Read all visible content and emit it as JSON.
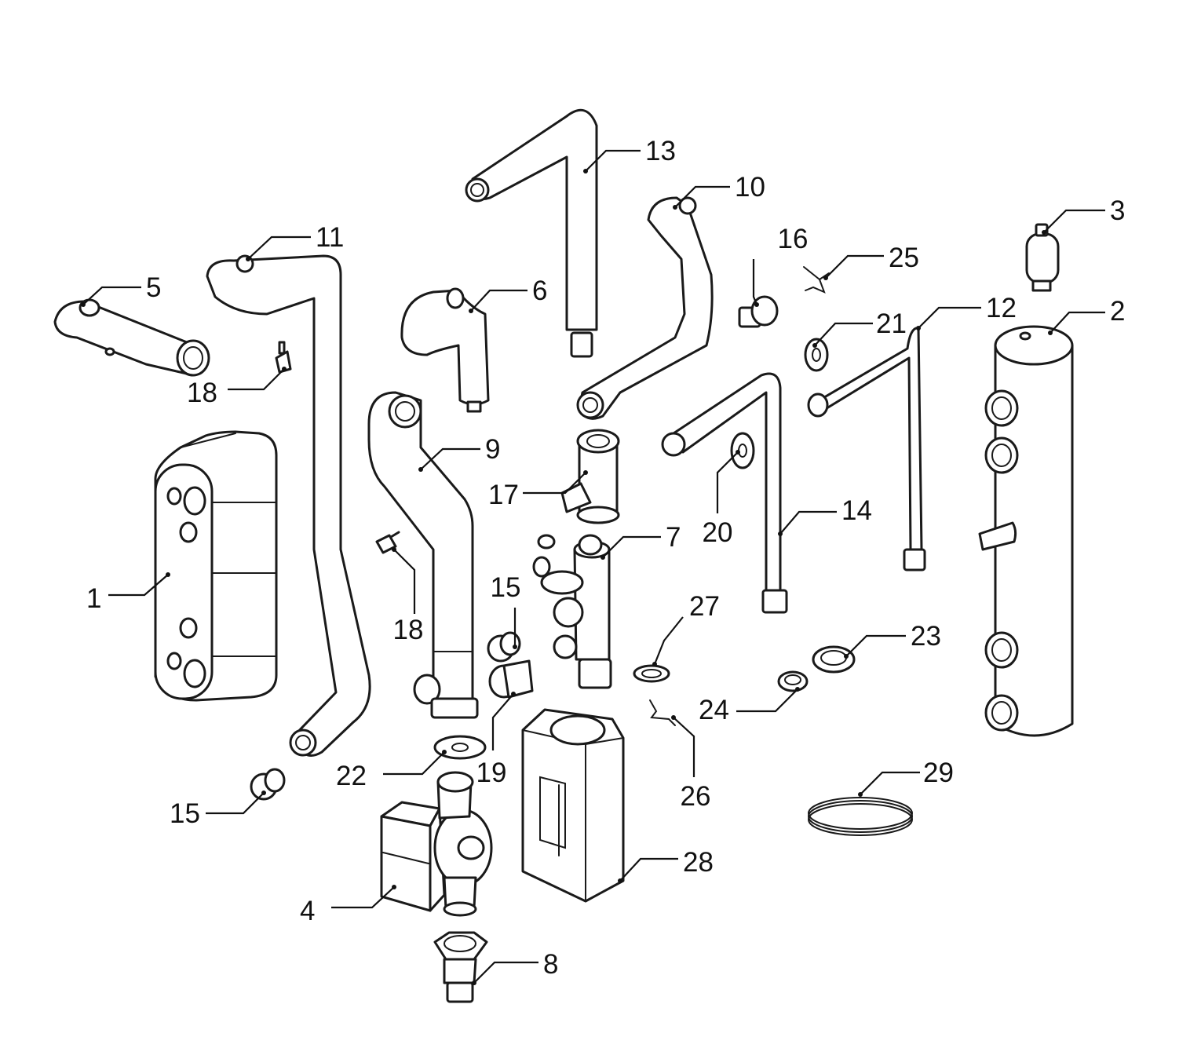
{
  "callouts": {
    "c1": "1",
    "c2": "2",
    "c3": "3",
    "c4": "4",
    "c5": "5",
    "c6": "6",
    "c7": "7",
    "c8": "8",
    "c9": "9",
    "c10": "10",
    "c11": "11",
    "c12": "12",
    "c13": "13",
    "c14": "14",
    "c15a": "15",
    "c15b": "15",
    "c16": "16",
    "c17": "17",
    "c18a": "18",
    "c18b": "18",
    "c19": "19",
    "c20": "20",
    "c21": "21",
    "c22": "22",
    "c23": "23",
    "c24": "24",
    "c25": "25",
    "c26": "26",
    "c27": "27",
    "c28": "28",
    "c29": "29"
  },
  "colors": {
    "line": "#1a1a1a",
    "background": "#ffffff"
  }
}
